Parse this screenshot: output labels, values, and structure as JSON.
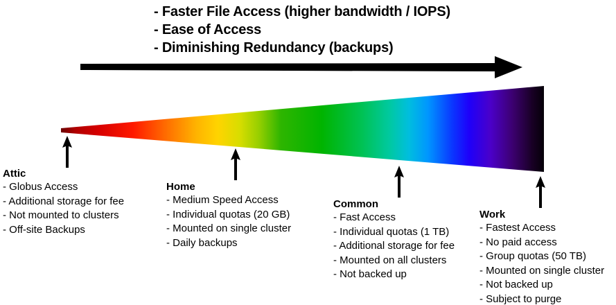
{
  "header": {
    "bullets": [
      "- Faster File Access (higher bandwidth / IOPS)",
      "- Ease of Access",
      "- Diminishing Redundancy (backups)"
    ]
  },
  "diagram": {
    "direction_arrow_name": "rightward-progression-arrow",
    "wedge_name": "spectrum-wedge",
    "gradient_stops": [
      "#6b0000",
      "#d40000",
      "#ff1a00",
      "#ff7a00",
      "#ffd400",
      "#c8e000",
      "#1db300",
      "#00c24a",
      "#00c9c9",
      "#0096ff",
      "#1400ff",
      "#5a00b4",
      "#2a0033",
      "#050008"
    ]
  },
  "tiers": [
    {
      "id": "attic",
      "title": "Attic",
      "pointer_name": "pointer-arrow-attic",
      "items": [
        "- Globus Access",
        "- Additional storage for fee",
        "- Not mounted to clusters",
        "- Off-site Backups"
      ]
    },
    {
      "id": "home",
      "title": "Home",
      "pointer_name": "pointer-arrow-home",
      "items": [
        "- Medium Speed Access",
        "- Individual quotas (20 GB)",
        "- Mounted on single cluster",
        "- Daily backups"
      ]
    },
    {
      "id": "common",
      "title": "Common",
      "pointer_name": "pointer-arrow-common",
      "items": [
        "- Fast Access",
        "- Individual quotas (1 TB)",
        "- Additional storage for fee",
        "- Mounted on all clusters",
        "- Not backed up"
      ]
    },
    {
      "id": "work",
      "title": "Work",
      "pointer_name": "pointer-arrow-work",
      "items": [
        "- Fastest Access",
        "- No paid access",
        "- Group quotas (50 TB)",
        "- Mounted on single cluster",
        "- Not backed up",
        "- Subject to purge"
      ]
    }
  ]
}
